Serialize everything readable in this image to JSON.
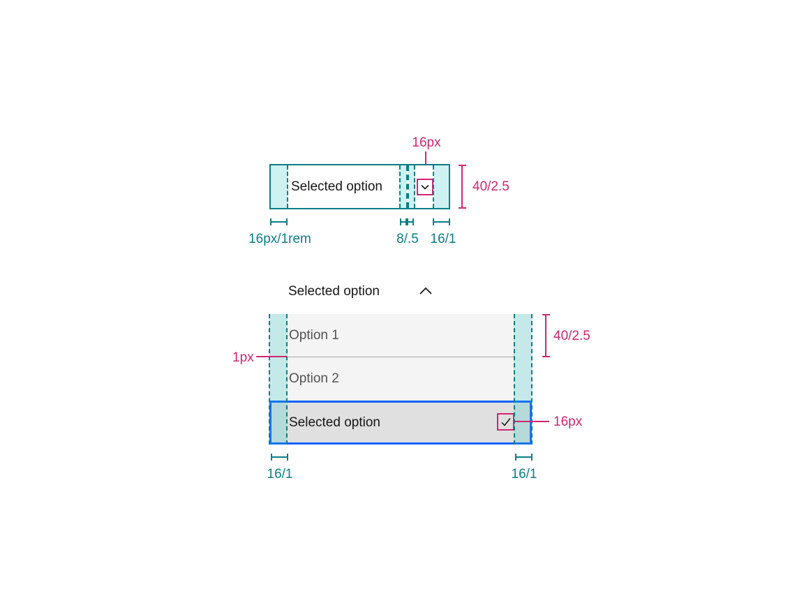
{
  "title": "Dropdown spacing specification",
  "colors": {
    "teal_annotation": "#0b7d85",
    "magenta_annotation": "#d02670",
    "focus_blue": "#0f62fe",
    "text_primary": "#161616",
    "text_secondary": "#525252",
    "menu_background": "#f4f4f4",
    "selected_row_background": "#e0e0e0",
    "divider_gray": "#a8a8a8",
    "spacing_highlight_cyan": "rgba(34,190,190,0.22)"
  },
  "closed": {
    "value": "Selected option",
    "chevron_icon": "chevron-down",
    "icon_annotation": "16px",
    "height_annotation": "40/2.5",
    "measure_left": "16px/1rem",
    "measure_gap": "8/.5",
    "measure_right": "16/1"
  },
  "open": {
    "trigger_value": "Selected option",
    "trigger_chevron_icon": "chevron-up",
    "options": [
      {
        "label": "Option 1",
        "selected": false
      },
      {
        "label": "Option 2",
        "selected": false
      },
      {
        "label": "Selected option",
        "selected": true
      }
    ],
    "check_icon": "checkmark",
    "row_height_annotation": "40/2.5",
    "divider_annotation": "1px",
    "check_annotation": "16px",
    "measure_left": "16/1",
    "measure_right": "16/1"
  }
}
